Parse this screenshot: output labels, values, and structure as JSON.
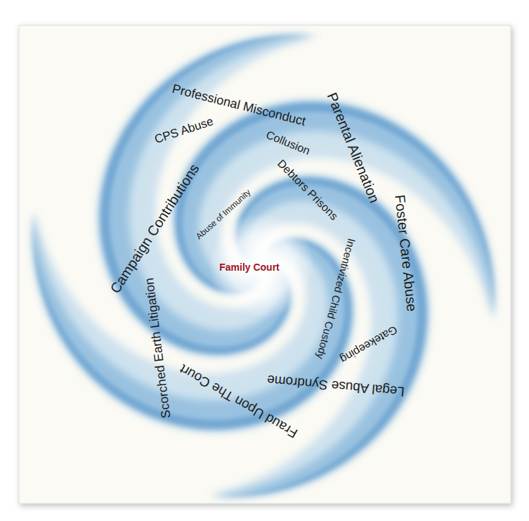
{
  "diagram": {
    "labels": [
      "Professional Misconduct",
      "Parental Alienation",
      "Foster Care Abuse",
      "CPS Abuse",
      "Collusion",
      "Campaign Contributions",
      "Debtors Prisons",
      "Abuse of Immunity",
      "Family Court",
      "Incentivized Child Custody",
      "Gatekeeping",
      "Legal Abuse Syndrome",
      "Scorched Earth Litigation",
      "Fraud Upon The Court"
    ]
  }
}
